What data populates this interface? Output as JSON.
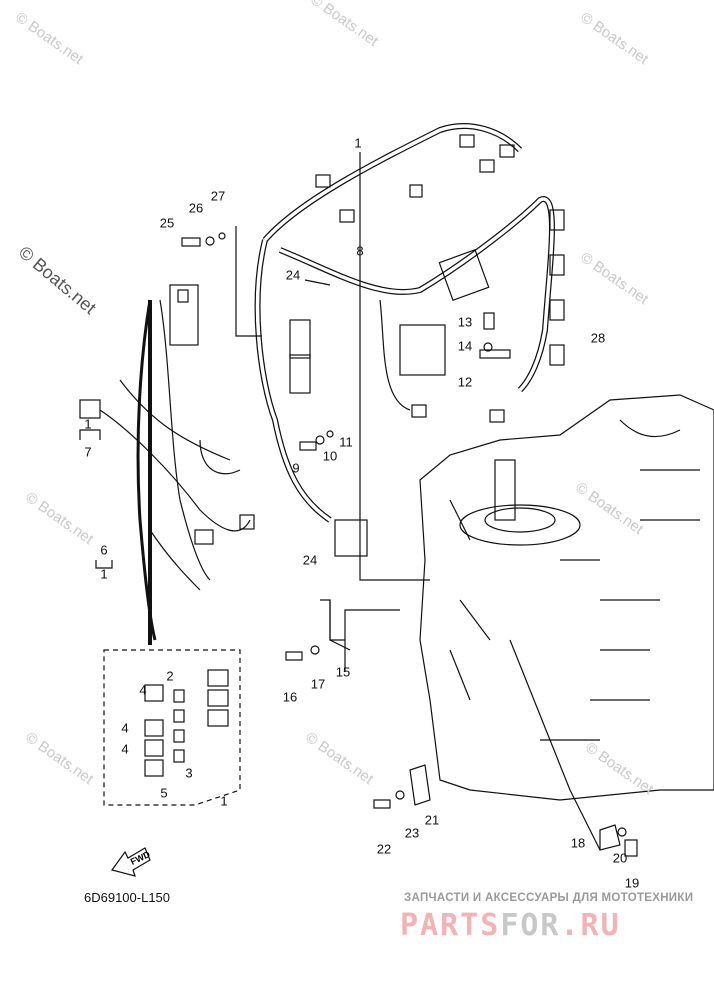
{
  "diagram": {
    "part_labels": [
      "1",
      "27",
      "26",
      "25",
      "8",
      "24",
      "13",
      "28",
      "14",
      "12",
      "11",
      "10",
      "9",
      "1",
      "7",
      "6",
      "1",
      "24",
      "15",
      "17",
      "16",
      "2",
      "4",
      "4",
      "4",
      "3",
      "5",
      "1",
      "21",
      "23",
      "22",
      "18",
      "20",
      "19"
    ],
    "drawing_code": "6D69100-L150",
    "fwd_label": "FWD",
    "watermark": "© Boats.net",
    "footer": {
      "tagline": "ЗАПЧАСТИ И АКСЕССУАРЫ ДЛЯ МОТОТЕХНИКИ",
      "brand_part1": "PARTS",
      "brand_part2": "FOR",
      "brand_part3": ".RU"
    },
    "colors": {
      "line": "#111111",
      "brand_red": "#f2b3b6",
      "brand_gray": "#c8c8c8"
    }
  }
}
